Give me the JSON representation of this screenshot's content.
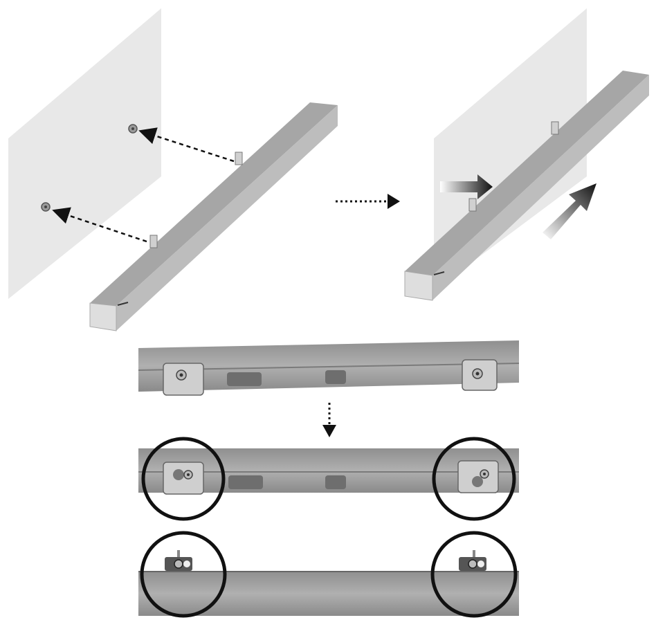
{
  "diagram": {
    "steps": [
      {
        "id": "step-1",
        "depicts": "hang-soundbar-on-wall-screws"
      },
      {
        "id": "step-2",
        "depicts": "push-soundbar-against-wall"
      },
      {
        "id": "step-3",
        "depicts": "rear-view-brackets-before"
      },
      {
        "id": "step-4",
        "depicts": "rear-view-brackets-slid-onto-screws"
      },
      {
        "id": "step-5",
        "depicts": "top-view-brackets-engaged"
      }
    ],
    "colors": {
      "wall": "#e6e6e6",
      "bar_top": "#9b9b9b",
      "bar_front": "#b9b9b9",
      "bar_end": "#dcdcdc",
      "bar_dark": "#6e6e6e",
      "bracket": "#c8c8c8",
      "arrow": "#111111",
      "highlight_circle": "#111111"
    },
    "icons": [
      "dashed-arrow-icon",
      "dotted-arrow-right-icon",
      "dotted-arrow-down-icon",
      "push-arrow-icon",
      "highlight-circle-icon",
      "wall-screw-icon",
      "mounting-bracket-icon"
    ]
  }
}
